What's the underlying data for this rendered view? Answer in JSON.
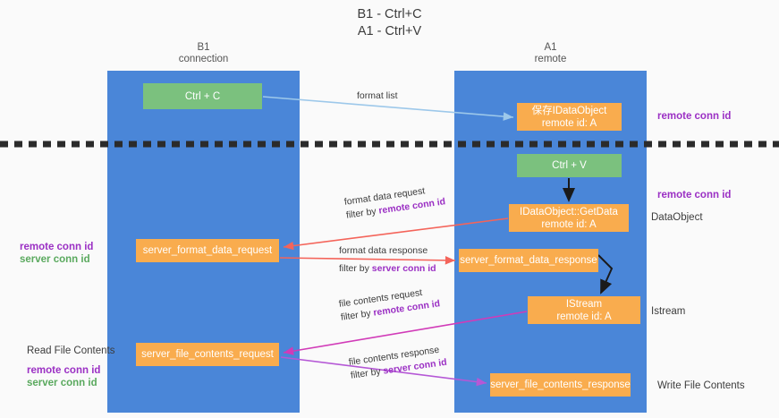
{
  "title": {
    "line1": "B1 - Ctrl+C",
    "line2": "A1 - Ctrl+V"
  },
  "lanes": [
    {
      "id": "b1",
      "name": "B1",
      "role": "connection"
    },
    {
      "id": "a1",
      "name": "A1",
      "role": "remote"
    }
  ],
  "nodes": {
    "ctrl_c": {
      "line1": "Ctrl + C",
      "line2": "",
      "color": "#7bc17e"
    },
    "save_idataobject": {
      "line1": "保存IDataObject",
      "line2": "remote id: A",
      "color": "#f9ac4e"
    },
    "ctrl_v": {
      "line1": "Ctrl + V",
      "line2": "",
      "color": "#7bc17e"
    },
    "getdata": {
      "line1": "IDataObject::GetData",
      "line2": "remote id: A",
      "color": "#f9ac4e"
    },
    "server_format_data_request": {
      "line1": "server_format_data_request",
      "line2": "",
      "color": "#f9ac4e"
    },
    "server_format_data_response": {
      "line1": "server_format_data_response",
      "line2": "",
      "color": "#f9ac4e"
    },
    "istream": {
      "line1": "IStream",
      "line2": "remote id: A",
      "color": "#f9ac4e"
    },
    "server_file_contents_request": {
      "line1": "server_file_contents_request",
      "line2": "",
      "color": "#f9ac4e"
    },
    "server_file_contents_response": {
      "line1": "server_file_contents_response",
      "line2": "",
      "color": "#f9ac4e"
    }
  },
  "edge_labels": {
    "format_list": {
      "text": "format list"
    },
    "format_data_request": {
      "line1": "format data request",
      "prefix": "filter by ",
      "key": "remote conn id"
    },
    "format_data_response": {
      "line1": "format data response",
      "prefix": "filter by ",
      "key": "server conn id"
    },
    "file_contents_request": {
      "line1": "file contents request",
      "prefix": "filter by ",
      "key": "remote conn id"
    },
    "file_contents_response": {
      "line1": "file contents response",
      "prefix": "filter by ",
      "key": "server conn id"
    }
  },
  "annotations": {
    "right": {
      "remote_conn_id_top": "remote conn id",
      "remote_conn_id_middle": "remote conn id",
      "data_object": "DataObject",
      "istream": "Istream",
      "write_file_contents": "Write File Contents"
    },
    "left": {
      "format_remote_conn_id": "remote conn id",
      "format_server_conn_id": "server conn id",
      "read_file_contents": "Read File Contents",
      "file_remote_conn_id": "remote conn id",
      "file_server_conn_id": "server conn id"
    }
  },
  "colors": {
    "lane": "#4a86d8",
    "green_node": "#7bc17e",
    "orange_node": "#f9ac4e",
    "purple_text": "#9b30c4",
    "green_text": "#5aa95e",
    "arrow_light_blue": "#9dc8ea",
    "arrow_red": "#f4645a",
    "arrow_magenta": "#d13bb8",
    "arrow_purple": "#b558d6",
    "arrow_black": "#1a1a1a",
    "divider": "#2b2b2b",
    "background": "#fafafa"
  }
}
